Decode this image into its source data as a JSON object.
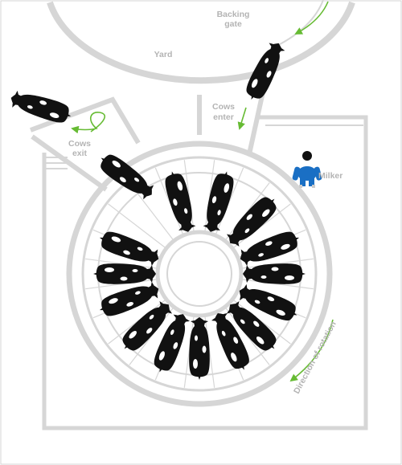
{
  "labels": {
    "yard": "Yard",
    "backing_gate_line1": "Backing",
    "backing_gate_line2": "gate",
    "cows_enter_line1": "Cows",
    "cows_enter_line2": "enter",
    "cows_exit_line1": "Cows",
    "cows_exit_line2": "exit",
    "milker": "Milker",
    "direction": "Direction of rotation"
  },
  "colors": {
    "structure": "#d6d6d6",
    "label": "#b4b4b4",
    "arrow": "#66bb33",
    "cow": "#111111",
    "milker": "#1a6fc4"
  },
  "icons": [
    "cow-icon",
    "milker-icon",
    "arrow-icon"
  ],
  "stall_count": 24,
  "cows_on_platform": 14
}
